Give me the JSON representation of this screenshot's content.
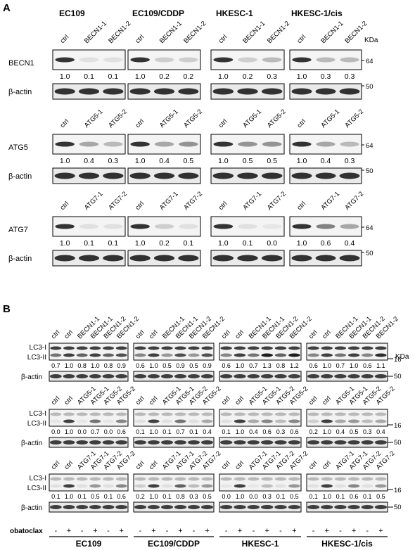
{
  "panels": {
    "A": {
      "letter": "A",
      "groups": [
        "EC109",
        "EC109/CDDP",
        "HKESC-1",
        "HKESC-1/cis"
      ],
      "kda_label": "KDa",
      "rows": [
        {
          "lane_labels": [
            "ctrl",
            "BECN1-1",
            "BECN1-2"
          ],
          "protein": "BECN1",
          "protein_marker": "64",
          "ratios": [
            [
              "1.0",
              "0.1",
              "0.1"
            ],
            [
              "1.0",
              "0.2",
              "0.2"
            ],
            [
              "1.0",
              "0.2",
              "0.3"
            ],
            [
              "1.0",
              "0.3",
              "0.3"
            ]
          ],
          "actin_label": "β-actin",
          "actin_marker": "50"
        },
        {
          "lane_labels": [
            "ctrl",
            "ATG5-1",
            "ATG5-2"
          ],
          "protein": "ATG5",
          "protein_marker": "64",
          "ratios": [
            [
              "1.0",
              "0.4",
              "0.3"
            ],
            [
              "1.0",
              "0.4",
              "0.5"
            ],
            [
              "1.0",
              "0.5",
              "0.5"
            ],
            [
              "1.0",
              "0.4",
              "0.3"
            ]
          ],
          "actin_label": "β-actin",
          "actin_marker": "50"
        },
        {
          "lane_labels": [
            "ctrl",
            "ATG7-1",
            "ATG7-2"
          ],
          "protein": "ATG7",
          "protein_marker": "64",
          "ratios": [
            [
              "1.0",
              "0.1",
              "0.1"
            ],
            [
              "1.0",
              "0.2",
              "0.1"
            ],
            [
              "1.0",
              "0.1",
              "0.0"
            ],
            [
              "1.0",
              "0.6",
              "0.4"
            ]
          ],
          "actin_label": "β-actin",
          "actin_marker": "50"
        }
      ]
    },
    "B": {
      "letter": "B",
      "kda_label": "KDa",
      "lc3_upper_label": "LC3-I",
      "lc3_lower_label": "LC3-II",
      "rows": [
        {
          "lane_labels": [
            "ctrl",
            "ctrl",
            "BECN1-1",
            "BECN1-1",
            "BECN1-2",
            "BECN1-2"
          ],
          "marker": "16",
          "ratios": [
            [
              "0.7",
              "1.0",
              "0.8",
              "1.0",
              "0.8",
              "0.9"
            ],
            [
              "0.6",
              "1.0",
              "0.5",
              "0.9",
              "0.5",
              "0.9"
            ],
            [
              "0.6",
              "1.0",
              "0.7",
              "1.3",
              "0.8",
              "1.2"
            ],
            [
              "0.6",
              "1.0",
              "0.7",
              "1.0",
              "0.6",
              "1.1"
            ]
          ],
          "actin_label": "β-actin",
          "actin_marker": "50"
        },
        {
          "lane_labels": [
            "ctrl",
            "ctrl",
            "ATG5-1",
            "ATG5-1",
            "ATG5-2",
            "ATG5-2"
          ],
          "marker": "16",
          "ratios": [
            [
              "0.0",
              "1.0",
              "0.0",
              "0.7",
              "0.0",
              "0.6"
            ],
            [
              "0.1",
              "1.0",
              "0.1",
              "0.7",
              "0.1",
              "0.4"
            ],
            [
              "0.1",
              "1.0",
              "0.4",
              "0.6",
              "0.3",
              "0.6"
            ],
            [
              "0.2",
              "1.0",
              "0.4",
              "0.5",
              "0.3",
              "0.4"
            ]
          ],
          "actin_label": "β-actin",
          "actin_marker": "50"
        },
        {
          "lane_labels": [
            "ctrl",
            "ctrl",
            "ATG7-1",
            "ATG7-1",
            "ATG7-2",
            "ATG7-2"
          ],
          "marker": "16",
          "ratios": [
            [
              "0.1",
              "1.0",
              "0.1",
              "0.5",
              "0.1",
              "0.6"
            ],
            [
              "0.2",
              "1.0",
              "0.1",
              "0.8",
              "0.3",
              "0.5"
            ],
            [
              "0.0",
              "1.0",
              "0.0",
              "0.3",
              "0.1",
              "0.5"
            ],
            [
              "0.1",
              "1.0",
              "0.1",
              "0.6",
              "0.1",
              "0.5"
            ]
          ],
          "actin_label": "β-actin",
          "actin_marker": "50"
        }
      ],
      "treatment": {
        "label": "obatoclax",
        "signs": [
          "-",
          "+",
          "-",
          "+",
          "-",
          "+"
        ]
      },
      "groups": [
        "EC109",
        "EC109/CDDP",
        "HKESC-1",
        "HKESC-1/cis"
      ]
    }
  }
}
